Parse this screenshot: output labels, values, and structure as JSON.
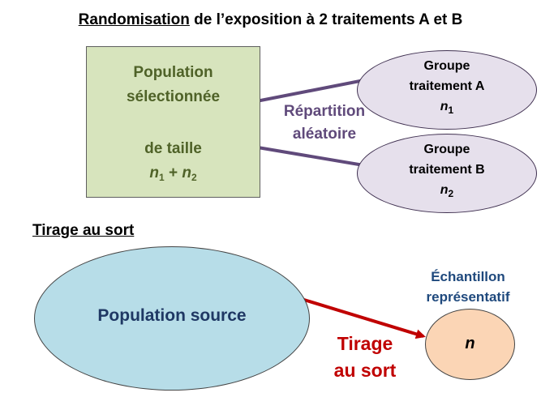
{
  "title": {
    "underlined": "Randomisation",
    "rest": " de l’exposition à 2 traitements A et B"
  },
  "population_box": {
    "line1": "Population",
    "line2": "sélectionnée",
    "line3": "de taille",
    "size_n1": "n",
    "size_n1_sub": "1",
    "size_plus": " + ",
    "size_n2": "n",
    "size_n2_sub": "2"
  },
  "group_a": {
    "line1": "Groupe",
    "line2": "traitement A",
    "n": "n",
    "sub": "1"
  },
  "group_b": {
    "line1": "Groupe",
    "line2": "traitement B",
    "n": "n",
    "sub": "2"
  },
  "repartition": {
    "line1": "Répartition",
    "line2": "aléatoire"
  },
  "section_title": "Tirage au sort",
  "source": {
    "label": "Population source"
  },
  "sample": {
    "label1": "Échantillon",
    "label2": "représentatif",
    "n": "n"
  },
  "tirage": {
    "line1": "Tirage",
    "line2": "au sort"
  },
  "colors": {
    "box_fill": "#d7e4bd",
    "box_text": "#4f6228",
    "group_fill": "#e6e0ec",
    "arrow_purple": "#604a7b",
    "source_fill": "#b7dde8",
    "source_text": "#1f3864",
    "sample_fill": "#fbd5b5",
    "sample_label": "#1f497d",
    "tirage_red": "#c00000"
  }
}
